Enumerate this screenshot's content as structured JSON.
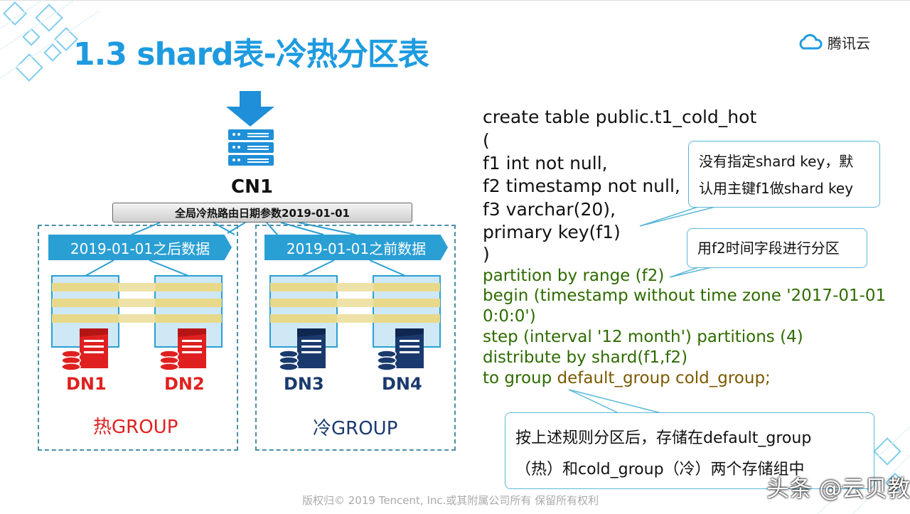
{
  "slide": {
    "title": "1.3 shard表-冷热分区表",
    "logo_text": "腾讯云",
    "footer": "版权归© 2019 Tencent, Inc.或其附属公司所有 保留所有权利",
    "watermark": "头条 @云贝教育"
  },
  "diagram": {
    "cn_label": "CN1",
    "route_param": "全局冷热路由日期参数2019-01-01",
    "hot_ribbon": "2019-01-01之后数据",
    "cold_ribbon": "2019-01-01之前数据",
    "dn_labels": [
      "DN1",
      "DN2",
      "DN3",
      "DN4"
    ],
    "hot_group": "热GROUP",
    "cold_group": "冷GROUP",
    "colors": {
      "hot": "#e02020",
      "cold": "#1a3a6e",
      "accent": "#1e9be0"
    }
  },
  "code": {
    "lines": [
      "create table public.t1_cold_hot",
      "(",
      "f1 int not null,",
      "f2 timestamp not null,",
      "f3 varchar(20),",
      "primary key(f1)",
      ")",
      "partition by range (f2)",
      "begin (timestamp without time zone '2017-01-01",
      "0:0:0')",
      "step (interval '12 month') partitions (4)",
      "distribute by shard(f1,f2)"
    ],
    "last_prefix": "to group ",
    "last_groups": "default_group cold_group;"
  },
  "callouts": {
    "shard_key_1": "没有指定shard key，默",
    "shard_key_2": "认用主键f1做shard key",
    "partition": "用f2时间字段进行分区",
    "storage_1": "按上述规则分区后，存储在default_group",
    "storage_2": "（热）和cold_group（冷）两个存储组中"
  }
}
